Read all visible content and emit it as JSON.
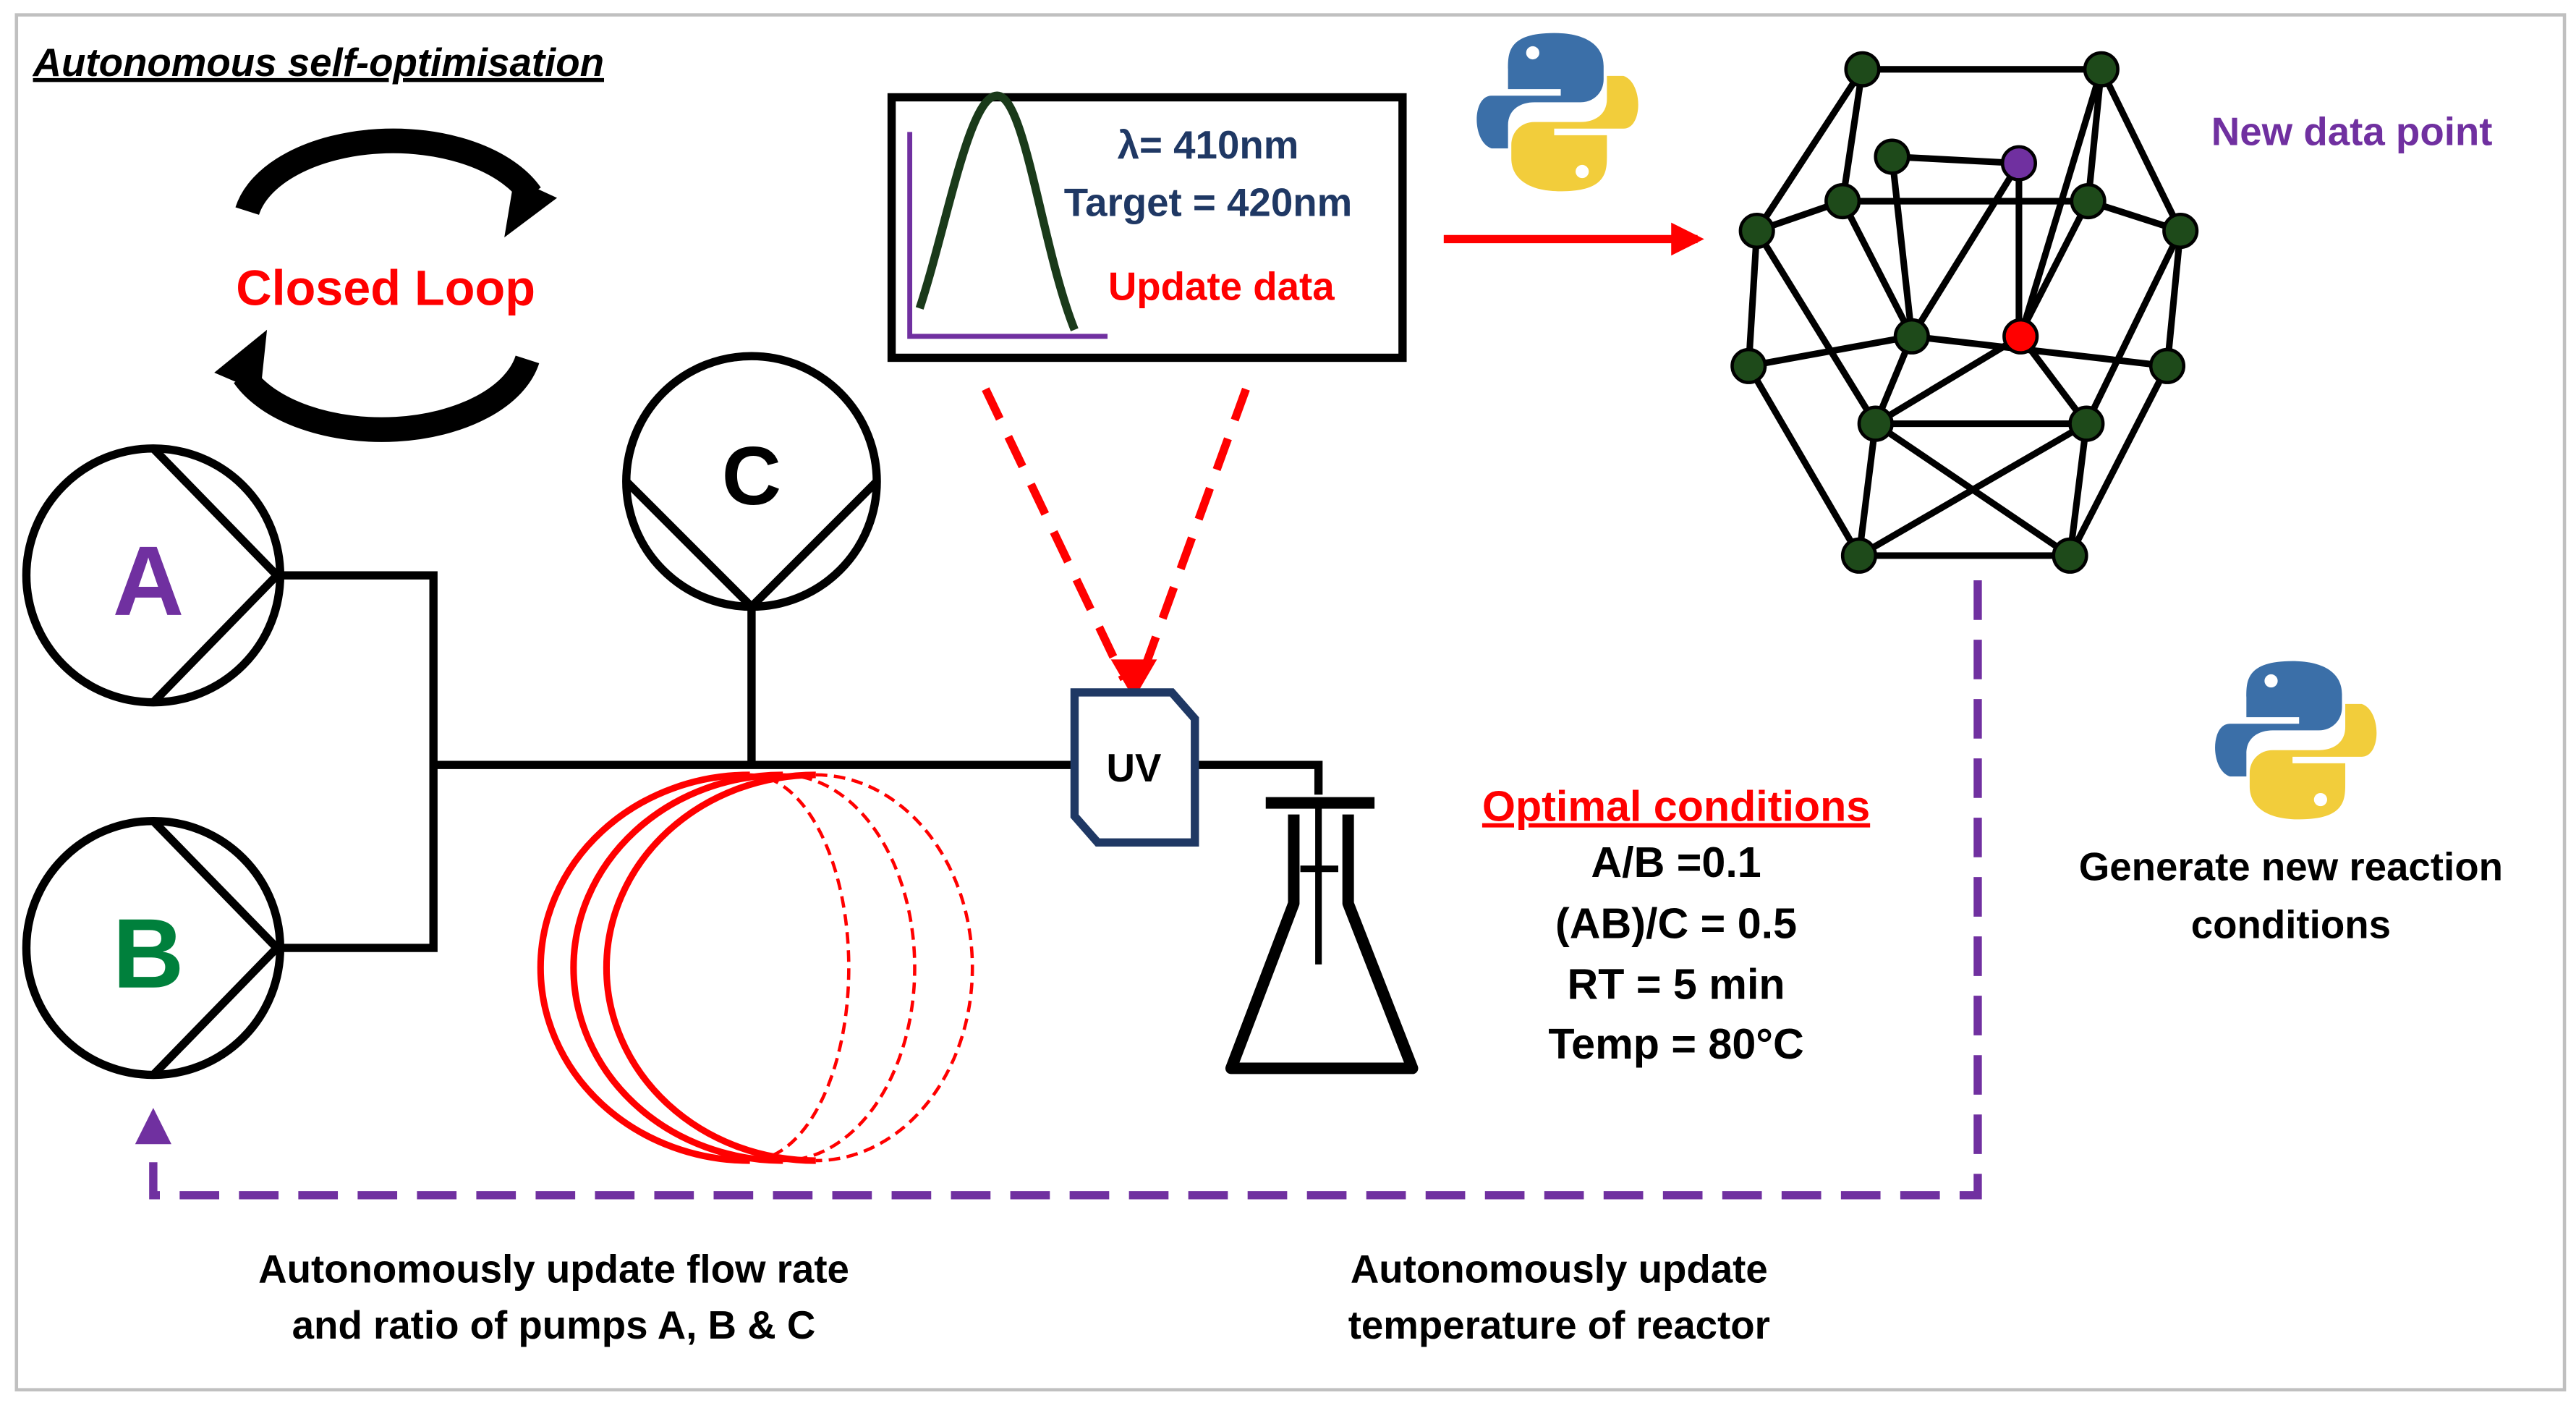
{
  "title": "Autonomous self-optimisation",
  "loop_label": "Closed Loop",
  "pumps": {
    "a": "A",
    "b": "B",
    "c": "C"
  },
  "uv_label": "UV",
  "spectrum": {
    "lambda": "λ= 410nm",
    "target": "Target = 420nm",
    "update": "Update data"
  },
  "new_data_point": "New data point",
  "optimal": {
    "heading": "Optimal conditions",
    "lines": [
      "A/B =0.1",
      "(AB)/C = 0.5",
      "RT = 5 min",
      "Temp = 80°C"
    ]
  },
  "generate": [
    "Generate new reaction",
    "conditions"
  ],
  "update_pumps": [
    "Autonomously update flow rate",
    "and ratio of pumps A, B & C"
  ],
  "update_temp": [
    "Autonomously update",
    "temperature of reactor"
  ],
  "colors": {
    "red": "#ff0000",
    "purple": "#7030a0",
    "green": "#00803c",
    "navy": "#1f3864",
    "node": "#1e4a1a",
    "python_blue": "#3b6fa8",
    "python_yellow": "#f2cd3b"
  },
  "icons": [
    "python-logo-icon",
    "python-logo-icon",
    "erlenmeyer-flask-icon",
    "cycle-arrows-icon"
  ]
}
